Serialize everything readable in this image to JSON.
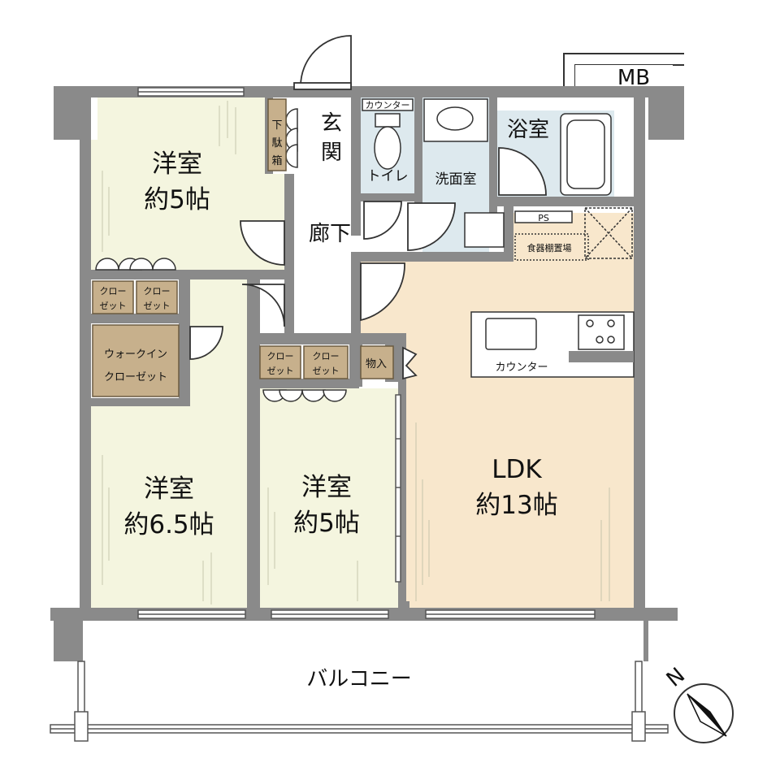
{
  "colors": {
    "wall": "#8a8a8a",
    "wall_dark": "#6d6d6d",
    "bedroom_floor": "#f4f5df",
    "ldk_floor": "#f8e7cc",
    "wet_floor": "#dde9ee",
    "closet": "#c7b08c",
    "closet_border": "#6b5a40",
    "line": "#333333",
    "hatch": "#b5b5a0"
  },
  "rooms": {
    "bedroom_nw": {
      "name": "洋室",
      "size": "約5帖"
    },
    "bedroom_sw": {
      "name": "洋室",
      "size": "約6.5帖"
    },
    "bedroom_mid": {
      "name": "洋室",
      "size": "約5帖"
    },
    "ldk": {
      "name": "LDK",
      "size": "約13帖"
    },
    "hallway": {
      "name": "廊下"
    },
    "entrance": {
      "line1": "玄",
      "line2": "関"
    },
    "toilet": {
      "name": "トイレ"
    },
    "washroom": {
      "name": "洗面室"
    },
    "bathroom": {
      "name": "浴室"
    },
    "balcony": {
      "name": "バルコニー"
    }
  },
  "fixtures": {
    "mb": "MB",
    "ps": "PS",
    "shoe_box": {
      "line1": "下",
      "line2": "駄",
      "line3": "箱"
    },
    "toilet_counter": "カウンター",
    "kitchen_counter": "カウンター",
    "dish_shelf": "食器棚置場",
    "storage": "物入",
    "closet": {
      "line1": "クロー",
      "line2": "ゼット"
    },
    "walkin": {
      "line1": "ウォークイン",
      "line2": "クローゼット"
    }
  },
  "compass": {
    "label": "N"
  }
}
